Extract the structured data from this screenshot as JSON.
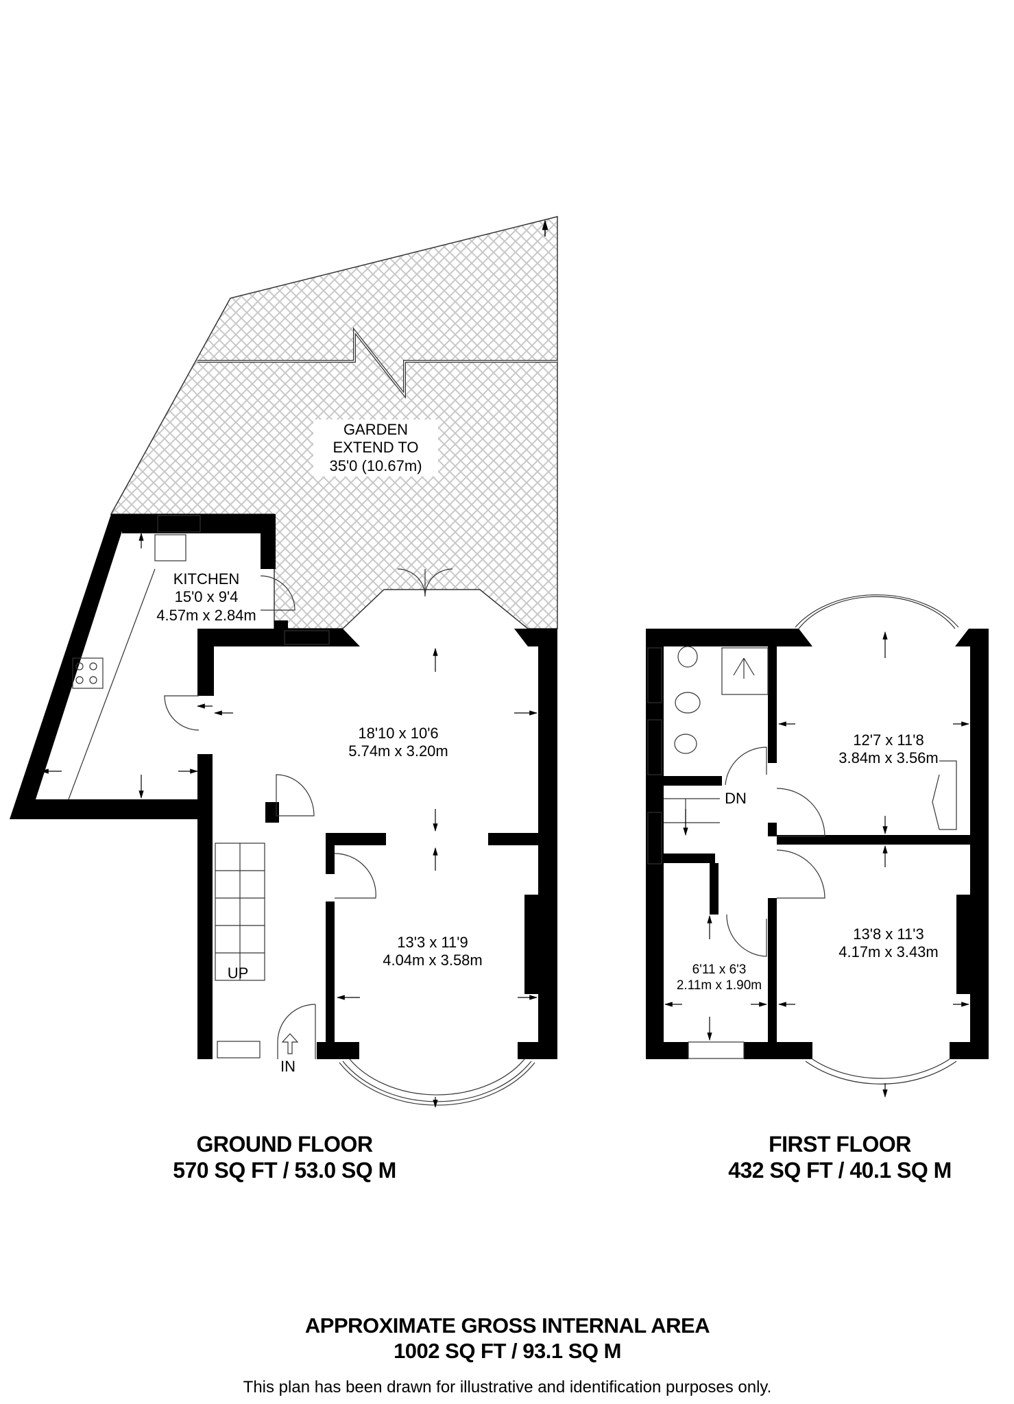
{
  "garden": {
    "title": "GARDEN",
    "line2": "EXTEND TO",
    "line3": "35'0 (10.67m)",
    "hatch_color": "#c8c8c8"
  },
  "ground_floor": {
    "title": "GROUND FLOOR",
    "area": "570 SQ FT / 53.0 SQ M",
    "rooms": {
      "kitchen": {
        "name": "KITCHEN",
        "imperial": "15'0 x 9'4",
        "metric": "4.57m x 2.84m"
      },
      "dining": {
        "imperial": "18'10 x 10'6",
        "metric": "5.74m x 3.20m"
      },
      "living": {
        "imperial": "13'3 x 11'9",
        "metric": "4.04m x 3.58m"
      }
    },
    "stairs_label": "UP",
    "entrance_label": "IN"
  },
  "first_floor": {
    "title": "FIRST FLOOR",
    "area": "432 SQ FT / 40.1 SQ M",
    "rooms": {
      "bedroom_rear": {
        "imperial": "12'7 x 11'8",
        "metric": "3.84m x 3.56m"
      },
      "bedroom_front": {
        "imperial": "13'8 x 11'3",
        "metric": "4.17m x 3.43m"
      },
      "box_room": {
        "imperial": "6'11 x 6'3",
        "metric": "2.11m x 1.90m"
      }
    },
    "stairs_label": "DN"
  },
  "summary": {
    "title": "APPROXIMATE GROSS INTERNAL AREA",
    "area": "1002 SQ FT / 93.1 SQ M",
    "disclaimer": "This plan has been drawn for illustrative and identification purposes only."
  },
  "colors": {
    "wall": "#000000",
    "background": "#ffffff",
    "line": "#333333"
  }
}
